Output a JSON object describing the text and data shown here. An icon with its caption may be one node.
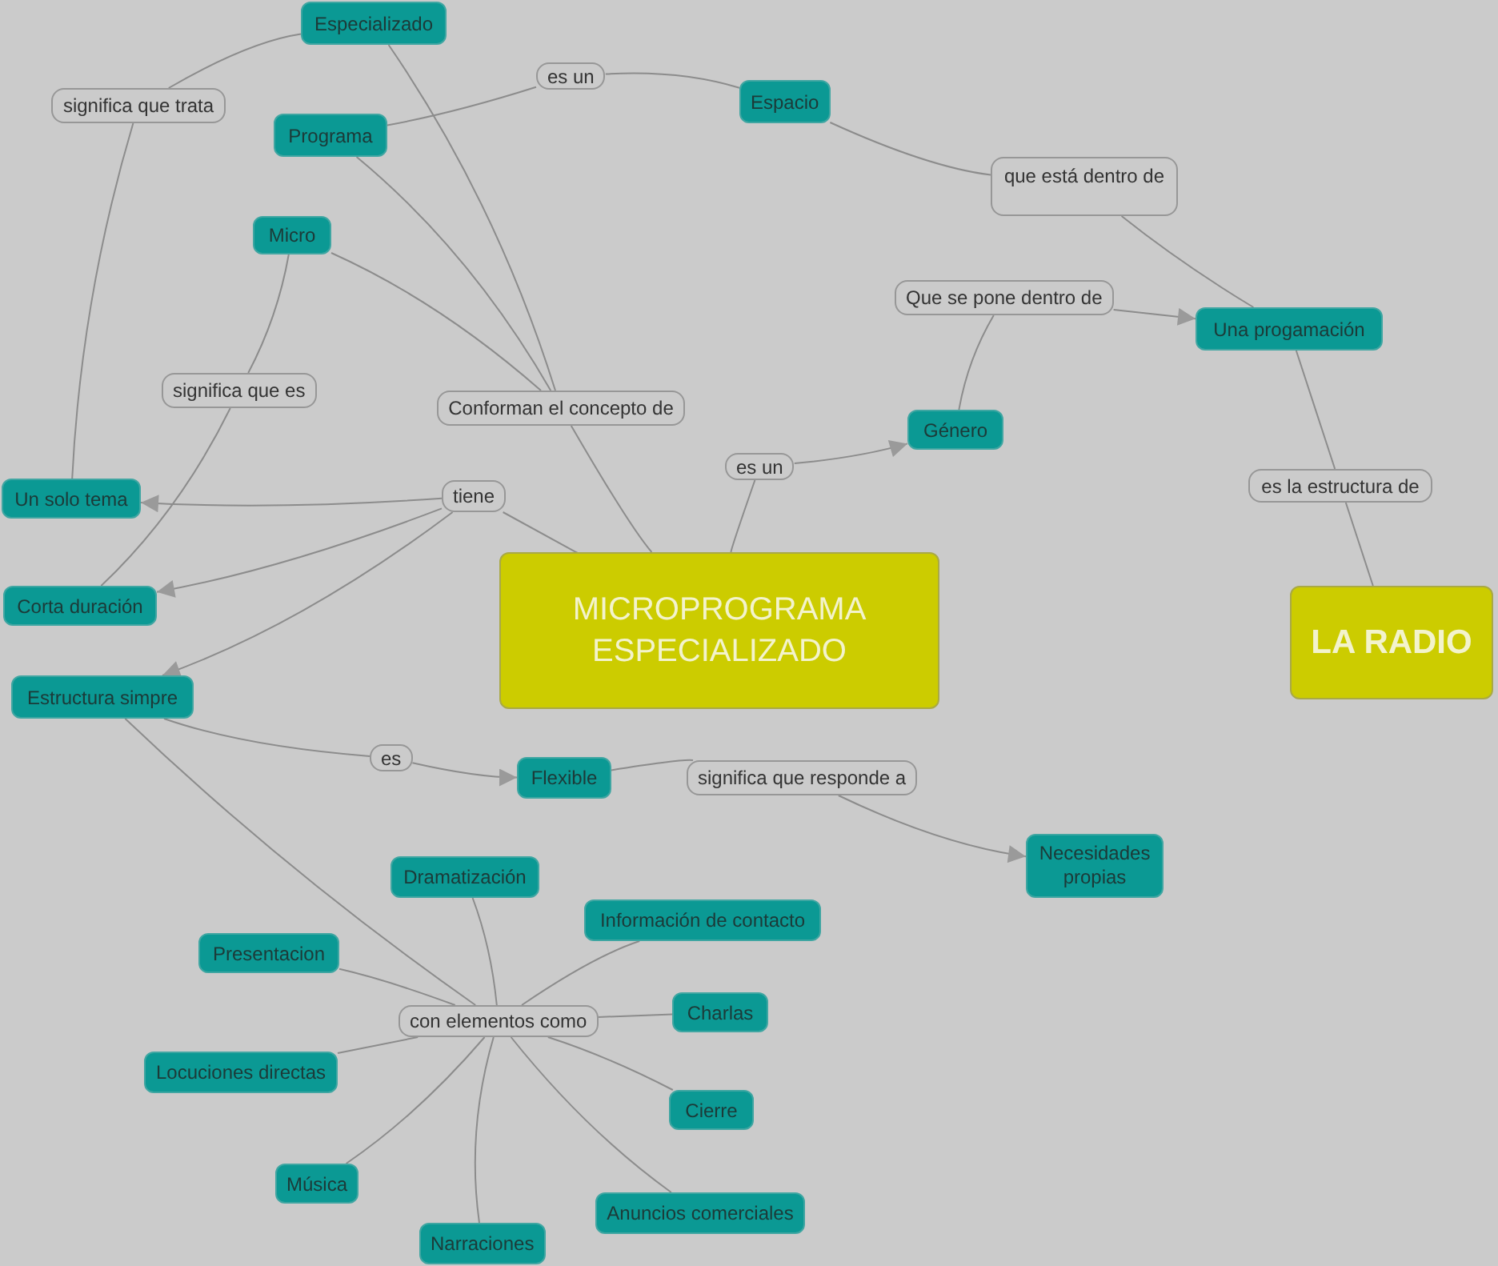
{
  "diagram": {
    "nodes": [
      {
        "text": [
          "Especializado"
        ]
      },
      {
        "text": [
          "significa que trata"
        ]
      },
      {
        "text": [
          "es un"
        ]
      },
      {
        "text": [
          "Programa"
        ]
      },
      {
        "text": [
          "Espacio"
        ]
      },
      {
        "text": [
          "Micro"
        ]
      },
      {
        "text": [
          "que está dentro de"
        ]
      },
      {
        "text": [
          "Que se pone dentro de"
        ]
      },
      {
        "text": [
          "Una progamación"
        ]
      },
      {
        "text": [
          "significa que es"
        ]
      },
      {
        "text": [
          "Conforman el concepto de"
        ]
      },
      {
        "text": [
          "Género"
        ]
      },
      {
        "text": [
          "es un"
        ]
      },
      {
        "text": [
          "tiene"
        ]
      },
      {
        "text": [
          "Un solo tema"
        ]
      },
      {
        "text": [
          "es la estructura de"
        ]
      },
      {
        "text": [
          "MICROPROGRAMA ESPECIALIZADO"
        ]
      },
      {
        "text": [
          "Corta duración"
        ]
      },
      {
        "text": [
          "LA RADIO"
        ]
      },
      {
        "text": [
          "Estructura simpre"
        ]
      },
      {
        "text": [
          "es"
        ]
      },
      {
        "text": [
          "Flexible"
        ]
      },
      {
        "text": [
          "significa que responde a"
        ]
      },
      {
        "text": [
          "Necesidades propias"
        ]
      },
      {
        "text": [
          "Dramatización"
        ]
      },
      {
        "text": [
          "Información de contacto"
        ]
      },
      {
        "text": [
          "Presentacion"
        ]
      },
      {
        "text": [
          "con elementos como"
        ]
      },
      {
        "text": [
          "Charlas"
        ]
      },
      {
        "text": [
          "Locuciones directas"
        ]
      },
      {
        "text": [
          "Cierre"
        ]
      },
      {
        "text": [
          "Música"
        ]
      },
      {
        "text": [
          "Anuncios comerciales"
        ]
      },
      {
        "text": [
          "Narraciones"
        ]
      }
    ],
    "edges": [
      {
        "from": 0,
        "to": 1,
        "arrow": "none"
      },
      {
        "from": 1,
        "to": 14,
        "arrow": "none"
      },
      {
        "from": 0,
        "to": 10,
        "arrow": "none"
      },
      {
        "from": 3,
        "to": 10,
        "arrow": "none"
      },
      {
        "from": 5,
        "to": 10,
        "arrow": "none"
      },
      {
        "from": 3,
        "to": 2,
        "arrow": "none"
      },
      {
        "from": 2,
        "to": 4,
        "arrow": "none"
      },
      {
        "from": 4,
        "to": 6,
        "arrow": "none"
      },
      {
        "from": 6,
        "to": 8,
        "arrow": "none"
      },
      {
        "from": 5,
        "to": 9,
        "arrow": "none"
      },
      {
        "from": 9,
        "to": 17,
        "arrow": "none"
      },
      {
        "from": 10,
        "to": 16,
        "arrow": "none"
      },
      {
        "from": 16,
        "to": 13,
        "arrow": "none"
      },
      {
        "from": 13,
        "to": 14,
        "arrow": "to"
      },
      {
        "from": 13,
        "to": 17,
        "arrow": "to"
      },
      {
        "from": 13,
        "to": 19,
        "arrow": "to"
      },
      {
        "from": 16,
        "to": 12,
        "arrow": "none"
      },
      {
        "from": 12,
        "to": 11,
        "arrow": "to"
      },
      {
        "from": 11,
        "to": 7,
        "arrow": "none"
      },
      {
        "from": 7,
        "to": 8,
        "arrow": "to"
      },
      {
        "from": 8,
        "to": 15,
        "arrow": "none"
      },
      {
        "from": 15,
        "to": 18,
        "arrow": "none"
      },
      {
        "from": 19,
        "to": 20,
        "arrow": "none"
      },
      {
        "from": 20,
        "to": 21,
        "arrow": "to"
      },
      {
        "from": 21,
        "to": 22,
        "arrow": "none"
      },
      {
        "from": 22,
        "to": 23,
        "arrow": "to"
      },
      {
        "from": 19,
        "to": 27,
        "arrow": "none"
      },
      {
        "from": 27,
        "to": 24,
        "arrow": "none"
      },
      {
        "from": 27,
        "to": 25,
        "arrow": "none"
      },
      {
        "from": 27,
        "to": 26,
        "arrow": "none"
      },
      {
        "from": 27,
        "to": 28,
        "arrow": "none"
      },
      {
        "from": 27,
        "to": 29,
        "arrow": "none"
      },
      {
        "from": 27,
        "to": 30,
        "arrow": "none"
      },
      {
        "from": 27,
        "to": 31,
        "arrow": "none"
      },
      {
        "from": 27,
        "to": 32,
        "arrow": "none"
      },
      {
        "from": 27,
        "to": 33,
        "arrow": "none"
      }
    ]
  }
}
